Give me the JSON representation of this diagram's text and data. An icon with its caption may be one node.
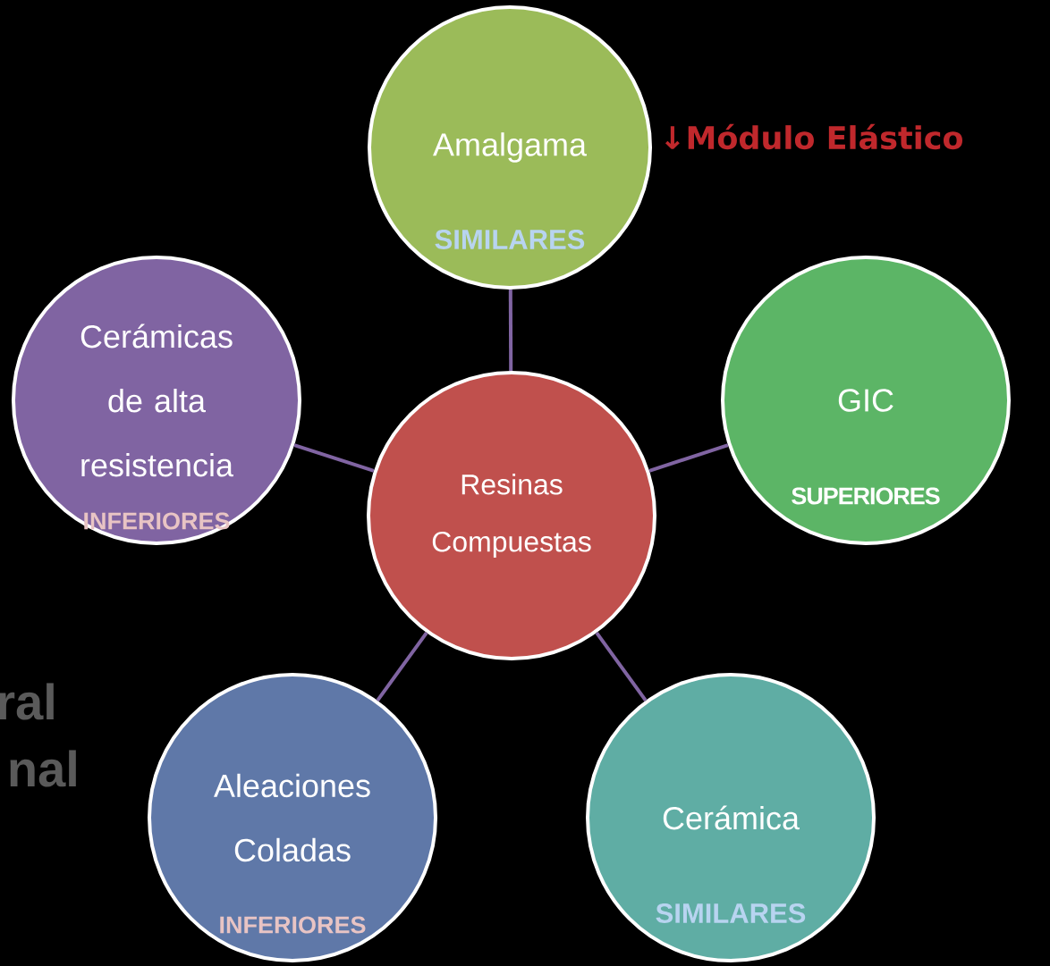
{
  "diagram": {
    "nodes": [
      {
        "text": [
          "Resinas Compuestas"
        ]
      },
      {
        "text": [
          "Amalgama",
          "SIMILARES"
        ],
        "beside": [
          "↓Módulo Elástico"
        ]
      },
      {
        "text": [
          "GIC",
          "SUPERIORES"
        ]
      },
      {
        "text": [
          "Cerámica",
          "SIMILARES"
        ]
      },
      {
        "text": [
          "Aleaciones Coladas",
          "INFERIORES"
        ]
      },
      {
        "text": [
          "Cerámicas de alta resistencia",
          "INFERIORES"
        ]
      }
    ],
    "edges": [
      {
        "from": 0,
        "to": 1,
        "arrow": "none"
      },
      {
        "from": 0,
        "to": 2,
        "arrow": "none"
      },
      {
        "from": 0,
        "to": 3,
        "arrow": "none"
      },
      {
        "from": 0,
        "to": 4,
        "arrow": "none"
      },
      {
        "from": 0,
        "to": 5,
        "arrow": "none"
      }
    ],
    "labels": [
      "ral",
      "nal"
    ]
  }
}
